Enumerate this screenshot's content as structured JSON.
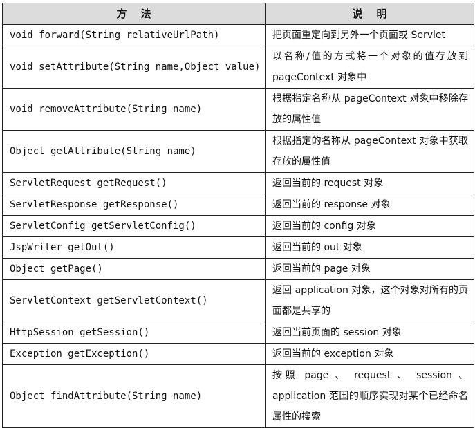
{
  "table": {
    "headers": [
      "方法",
      "说明"
    ],
    "rows": [
      {
        "method": "void forward(String relativeUrlPath)",
        "desc": "把页面重定向到另外一个页面或 Servlet"
      },
      {
        "method": "void setAttribute(String name,Object value)",
        "desc": "以名称/值的方式将一个对象的值存放到 pageContext 对象中"
      },
      {
        "method": "void removeAttribute(String name)",
        "desc": "根据指定名称从 pageContext 对象中移除存放的属性值"
      },
      {
        "method": "Object getAttribute(String name)",
        "desc": "根据指定的名称从 pageContext 对象中获取存放的属性值"
      },
      {
        "method": "ServletRequest getRequest()",
        "desc": "返回当前的 request 对象"
      },
      {
        "method": "ServletResponse getResponse()",
        "desc": "返回当前的 response 对象"
      },
      {
        "method": "ServletConfig getServletConfig()",
        "desc": "返回当前的 config 对象"
      },
      {
        "method": "JspWriter getOut()",
        "desc": "返回当前的 out 对象"
      },
      {
        "method": "Object getPage()",
        "desc": "返回当前的 page 对象"
      },
      {
        "method": "ServletContext getServletContext()",
        "desc": "返回 application 对象，这个对象对所有的页面都是共享的"
      },
      {
        "method": "HttpSession getSession()",
        "desc": "返回当前页面的 session 对象"
      },
      {
        "method": "Exception getException()",
        "desc": "返回当前的 exception 对象"
      },
      {
        "method": "Object findAttribute(String name)",
        "desc": "按照 page 、 request 、 session 、 application 范围的顺序实现对某个已经命名属性的搜索"
      }
    ]
  }
}
